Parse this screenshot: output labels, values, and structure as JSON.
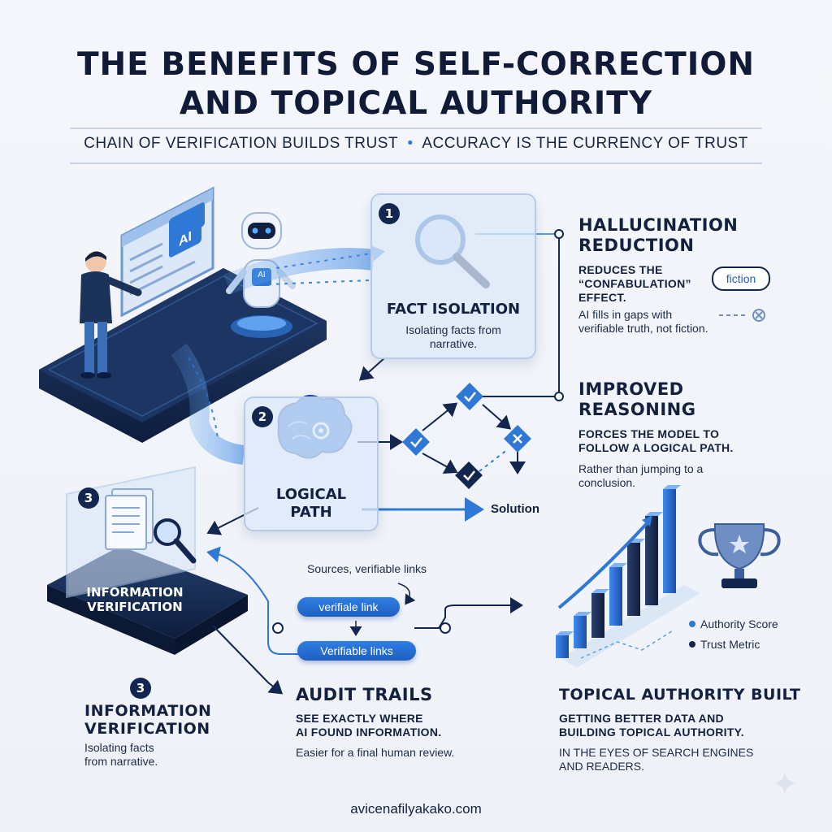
{
  "header": {
    "title_line1": "THE BENEFITS OF SELF-CORRECTION",
    "title_line2": "AND TOPICAL AUTHORITY",
    "subtitle_left": "CHAIN OF VERIFICATION BUILDS TRUST",
    "subtitle_sep": "•",
    "subtitle_right": "ACCURACY IS THE CURRENCY OF TRUST"
  },
  "illustration": {
    "screen_label": "AI",
    "robot_label": "AI"
  },
  "steps": [
    {
      "number": "1",
      "title": "FACT ISOLATION",
      "text": "Isolating facts from narrative."
    },
    {
      "number": "2",
      "title_line1": "LOGICAL",
      "title_line2": "PATH",
      "outcome": "Solution"
    },
    {
      "number": "3",
      "title_line1": "INFORMATION",
      "title_line2": "VERIFICATION"
    }
  ],
  "links": {
    "caption": "Sources, verifiable links",
    "pill1": "verifiale link",
    "pill2": "Verifiable links"
  },
  "benefits": {
    "hallucination": {
      "title_line1": "HALLUCINATION",
      "title_line2": "REDUCTION",
      "sub_line1": "REDUCES THE",
      "sub_line2": "“CONFABULATION”",
      "sub_line3": "EFFECT.",
      "text_line1": "AI fills in gaps with",
      "text_line2": "verifiable truth, not fiction.",
      "bubble": "fiction"
    },
    "reasoning": {
      "title_line1": "IMPROVED",
      "title_line2": "REASONING",
      "sub_line1": "FORCES THE MODEL TO",
      "sub_line2": "FOLLOW A LOGICAL PATH.",
      "text_line1": "Rather than jumping to a",
      "text_line2": "conclusion."
    },
    "audit": {
      "title": "AUDIT TRAILS",
      "sub_line1": "SEE EXACTLY WHERE",
      "sub_line2": "AI FOUND INFORMATION.",
      "text": "Easier for a final human review."
    },
    "verification": {
      "number": "3",
      "title_line1": "INFORMATION",
      "title_line2": "VERIFICATION",
      "text_line1": "Isolating facts",
      "text_line2": "from narrative."
    },
    "authority": {
      "title": "TOPICAL AUTHORITY BUILT",
      "sub_line1": "GETTING BETTER DATA AND",
      "sub_line2": "BUILDING TOPICAL AUTHORITY.",
      "sub_line3": "IN THE EYES OF SEARCH ENGINES",
      "sub_line4": "AND READERS."
    }
  },
  "chart_legend": {
    "item1": "Authority Score",
    "item2": "Trust Metric"
  },
  "footer": {
    "site": "avicenafilyakako.com"
  },
  "colors": {
    "navy": "#13264f",
    "accent_blue": "#2f78d6",
    "bg": "#f4f6fb"
  }
}
